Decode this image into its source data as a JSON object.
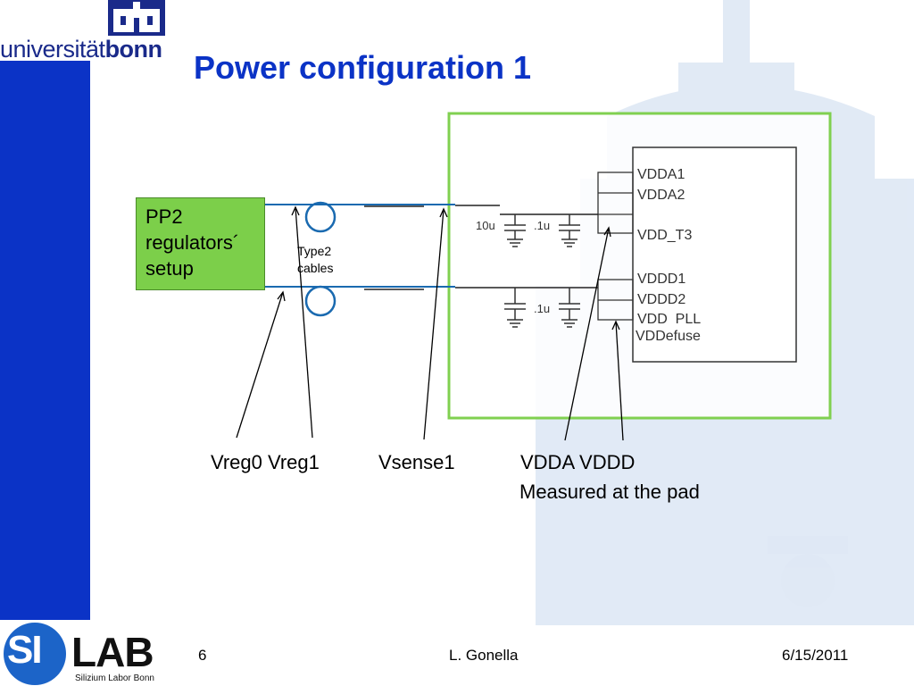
{
  "header": {
    "logo_text_regular": "universität",
    "logo_text_bold": "bonn",
    "title": "Power configuration 1"
  },
  "diagram": {
    "source_box": {
      "lines": "PP2\nregulators´\nsetup"
    },
    "cable_label": "Type2\ncables",
    "capacitors": {
      "top_left": "10u",
      "top_right": ".1u",
      "bottom_right": ".1u"
    },
    "chip_pins": [
      "VDDA1",
      "VDDA2",
      "VDD_T3",
      "VDDD1",
      "VDDD2",
      "VDD  PLL",
      "VDDefuse"
    ],
    "annotations": {
      "vreg": "Vreg0 Vreg1",
      "vsense": "Vsense1",
      "vdda_vddd": "VDDA VDDD",
      "measured": "Measured at the pad"
    },
    "colors": {
      "box_green": "#7ccf4a",
      "frame_green": "#80d050",
      "line_blue": "#1a6ab0",
      "accent": "#0b33c6"
    }
  },
  "footer": {
    "logo_si": "SI",
    "logo_lab": "LAB",
    "logo_sub": "Silizium Labor Bonn",
    "page_number": "6",
    "author": "L. Gonella",
    "date": "6/15/2011"
  }
}
